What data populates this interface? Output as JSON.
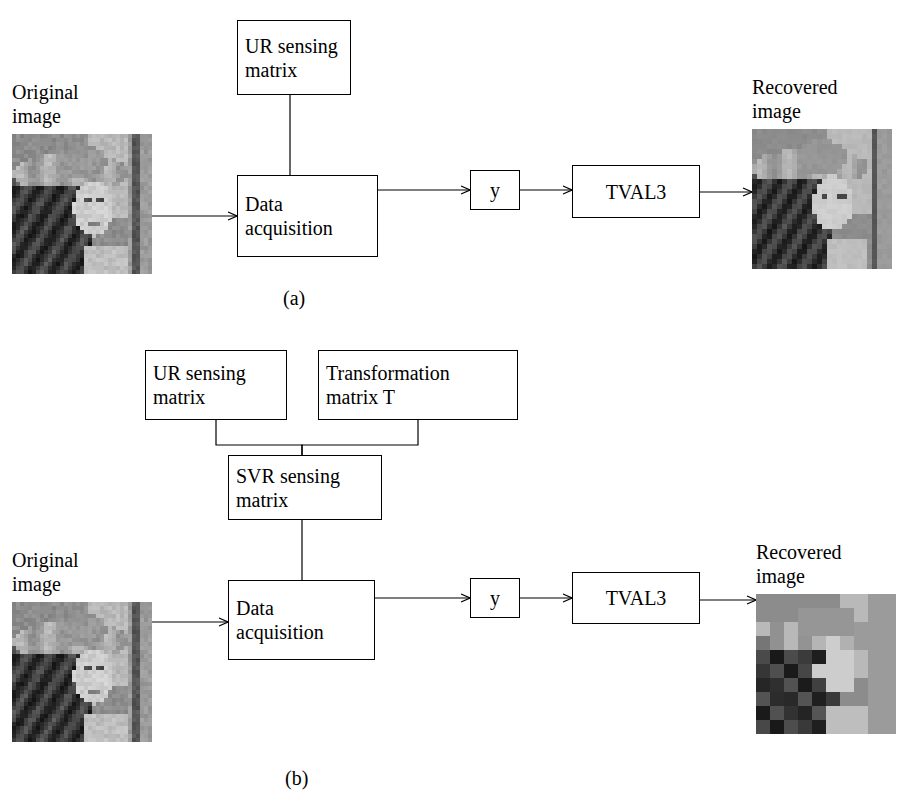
{
  "diagram": {
    "nodes": [
      {
        "text": [
          "UR sensing matrix"
        ]
      },
      {
        "text": [
          "Original image"
        ]
      },
      {
        "text": [
          "Data acquisition"
        ]
      },
      {
        "text": [
          "y"
        ]
      },
      {
        "text": [
          "TVAL3"
        ]
      },
      {
        "text": [
          "Recovered image"
        ]
      },
      {
        "text": [
          "UR sensing matrix"
        ]
      },
      {
        "text": [
          "Transformation matrix T"
        ]
      },
      {
        "text": [
          "SVR sensing matrix"
        ]
      },
      {
        "text": [
          "Original image"
        ]
      },
      {
        "text": [
          "Data acquisition"
        ]
      },
      {
        "text": [
          "y"
        ]
      },
      {
        "text": [
          "TVAL3"
        ]
      },
      {
        "text": [
          "Recovered image"
        ]
      }
    ],
    "edges": [
      {
        "from": 0,
        "to": 2,
        "arrow": "none"
      },
      {
        "from": 1,
        "to": 2,
        "arrow": "to"
      },
      {
        "from": 2,
        "to": 3,
        "arrow": "to"
      },
      {
        "from": 3,
        "to": 4,
        "arrow": "to"
      },
      {
        "from": 4,
        "to": 5,
        "arrow": "to"
      },
      {
        "from": 6,
        "to": 8,
        "arrow": "none"
      },
      {
        "from": 7,
        "to": 8,
        "arrow": "none"
      },
      {
        "from": 8,
        "to": 10,
        "arrow": "none"
      },
      {
        "from": 9,
        "to": 10,
        "arrow": "to"
      },
      {
        "from": 10,
        "to": 11,
        "arrow": "to"
      },
      {
        "from": 11,
        "to": 12,
        "arrow": "to"
      },
      {
        "from": 12,
        "to": 13,
        "arrow": "to"
      }
    ],
    "labels": [
      "(a)",
      "(b)"
    ]
  }
}
